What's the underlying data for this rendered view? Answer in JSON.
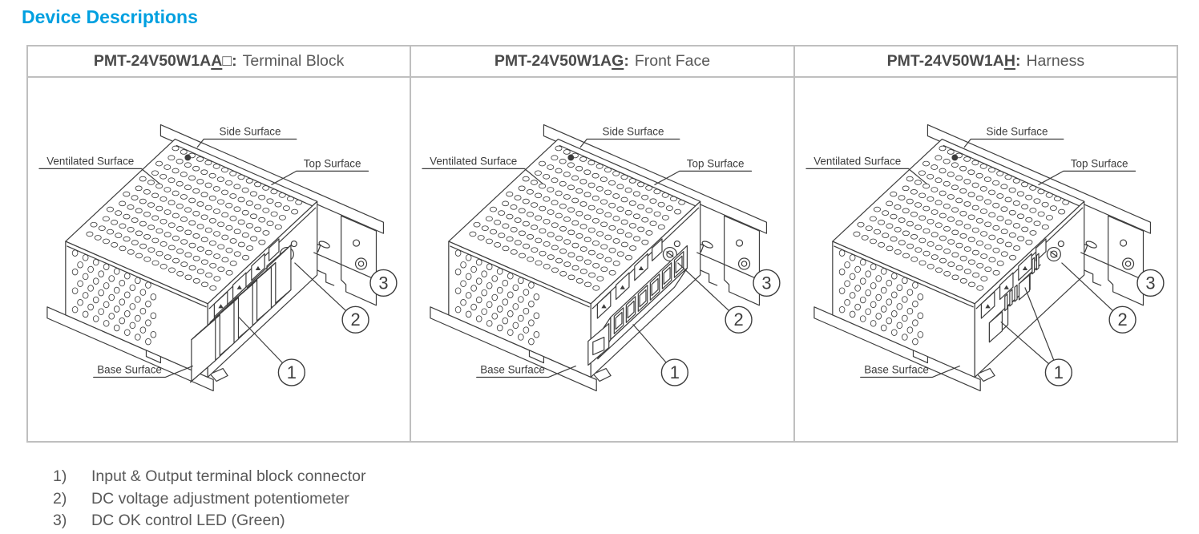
{
  "title": "Device Descriptions",
  "colors": {
    "accent": "#00A0E0",
    "heading_code_text": "#4A4A4A",
    "body_text": "#595959",
    "table_border": "#BFBFBF",
    "line_art": "#3D3D3D"
  },
  "table": {
    "columns": [
      {
        "code_prefix": "PMT-24V50W1A",
        "code_underlined": "A",
        "code_suffix": "□:",
        "name": "Terminal Block",
        "variant": "terminal-block"
      },
      {
        "code_prefix": "PMT-24V50W1A",
        "code_underlined": "G",
        "code_suffix": ":",
        "name": "Front Face",
        "variant": "front-face"
      },
      {
        "code_prefix": "PMT-24V50W1A",
        "code_underlined": "H",
        "code_suffix": ":",
        "name": "Harness",
        "variant": "harness"
      }
    ]
  },
  "diagram": {
    "labels": {
      "side": "Side Surface",
      "ventilated": "Ventilated Surface",
      "top": "Top Surface",
      "base": "Base Surface"
    },
    "callouts": [
      "1",
      "2",
      "3"
    ]
  },
  "notes": [
    {
      "num": "1)",
      "text": "Input & Output terminal block connector"
    },
    {
      "num": "2)",
      "text": "DC voltage adjustment potentiometer"
    },
    {
      "num": "3)",
      "text": "DC OK control LED (Green)"
    }
  ]
}
